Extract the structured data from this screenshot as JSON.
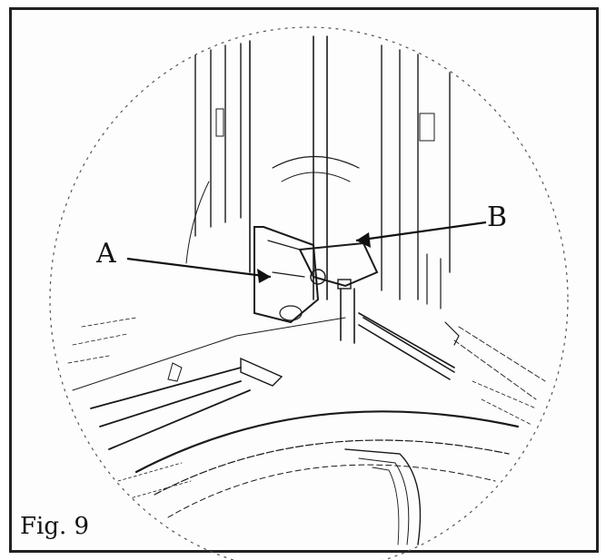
{
  "figure": {
    "caption": "Fig. 9",
    "callouts": [
      {
        "id": "A",
        "label": "A"
      },
      {
        "id": "B",
        "label": "B"
      }
    ]
  },
  "colors": {
    "ink": "#1a1a1a",
    "paper": "#fdfdfd"
  }
}
